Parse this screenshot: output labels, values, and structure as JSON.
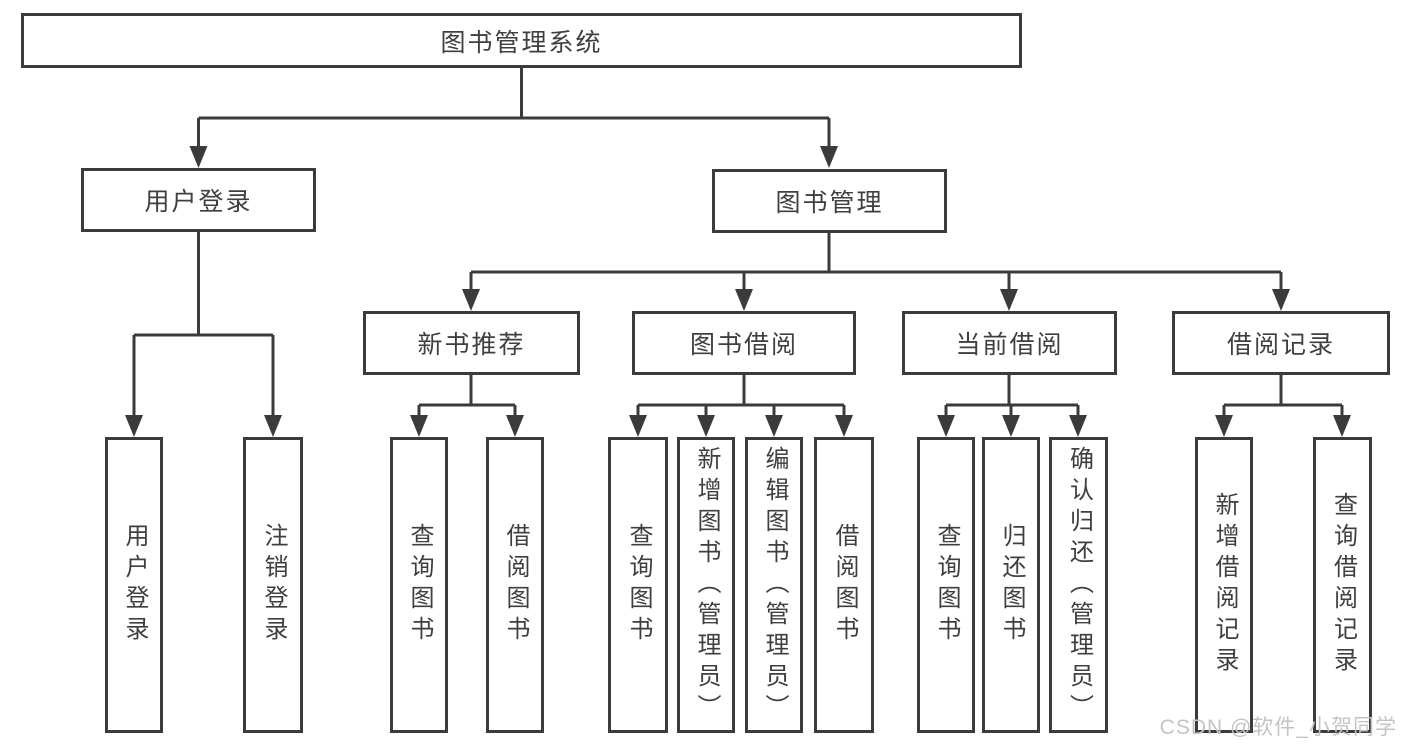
{
  "diagram": {
    "tree": {
      "label": "图书管理系统",
      "children": [
        {
          "label": "用户登录",
          "children": [
            {
              "label": "用户登录"
            },
            {
              "label": "注销登录"
            }
          ]
        },
        {
          "label": "图书管理",
          "children": [
            {
              "label": "新书推荐",
              "children": [
                {
                  "label": "查询图书"
                },
                {
                  "label": "借阅图书"
                }
              ]
            },
            {
              "label": "图书借阅",
              "children": [
                {
                  "label": "查询图书"
                },
                {
                  "label": "新增图书（管理员）"
                },
                {
                  "label": "编辑图书（管理员）"
                },
                {
                  "label": "借阅图书"
                }
              ]
            },
            {
              "label": "当前借阅",
              "children": [
                {
                  "label": "查询图书"
                },
                {
                  "label": "归还图书"
                },
                {
                  "label": "确认归还（管理员）"
                }
              ]
            },
            {
              "label": "借阅记录",
              "children": [
                {
                  "label": "新增借阅记录"
                },
                {
                  "label": "查询借阅记录"
                }
              ]
            }
          ]
        }
      ]
    },
    "watermark": "CSDN @软件_小贺同学",
    "colors": {
      "line": "#3b3b3b",
      "text": "#3f3f3f",
      "background": "#ffffff",
      "watermark": "#c4c4c4"
    }
  }
}
